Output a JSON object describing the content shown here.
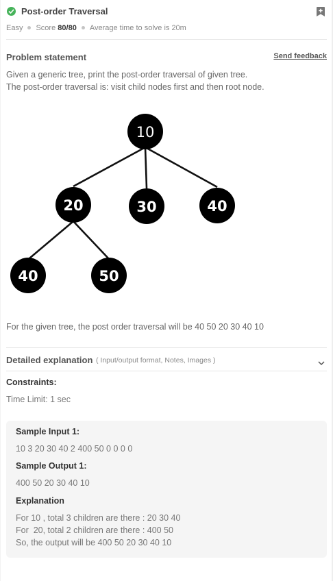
{
  "header": {
    "title": "Post-order Traversal",
    "difficulty": "Easy",
    "score_label": "Score",
    "score_value": "80/80",
    "avg_time": "Average time to solve is 20m"
  },
  "problem": {
    "heading": "Problem statement",
    "feedback_link": "Send feedback",
    "line1": "Given a generic tree, print the post-order traversal of given tree.",
    "line2": "The post-order traversal is: visit child nodes first and then root node.",
    "tree_nodes": {
      "root": "10",
      "child1": "20",
      "child2": "30",
      "child3": "40",
      "grandchild1": "40",
      "grandchild2": "50"
    },
    "example_note": "For the given tree, the post order traversal will be 40 50 20 30 40 10"
  },
  "detailed": {
    "title": "Detailed explanation",
    "subtitle": "( Input/output format, Notes, Images )"
  },
  "constraints": {
    "title": "Constraints:",
    "text": "Time Limit: 1 sec"
  },
  "sample": {
    "input_label": "Sample Input 1:",
    "input_value": "10 3 20 30 40 2 400 50 0 0 0 0",
    "output_label": "Sample Output 1:",
    "output_value": "400 50 20 30 40 10",
    "explanation_label": "Explanation",
    "explanation_line1": "For 10 , total 3 children are there : 20 30 40",
    "explanation_line2": "For  20, total 2 children are there : 400 50",
    "explanation_line3": "So, the output will be 400 50 20 30 40 10"
  },
  "colors": {
    "accent_green": "#46b35a",
    "node_fill": "#000000"
  }
}
